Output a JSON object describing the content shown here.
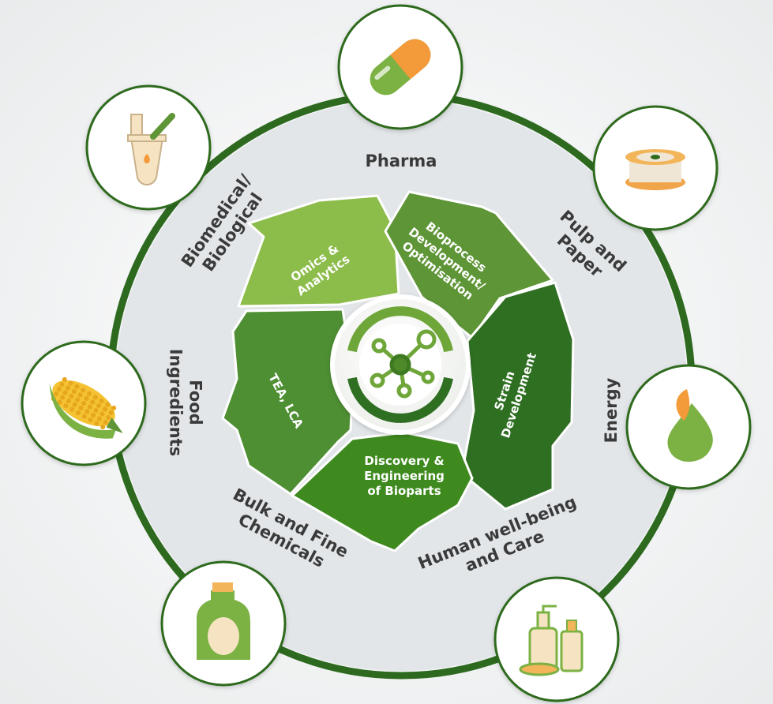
{
  "hub": {
    "icon": "molecule-network-icon"
  },
  "segments": [
    {
      "label": "Omics & Analytics",
      "lines": [
        "Omics &",
        "Analytics"
      ],
      "color": "#8cbc4a"
    },
    {
      "label": "Bioprocess Development/ Optimisation",
      "lines": [
        "Bioprocess",
        "Development/",
        "Optimisation"
      ],
      "color": "#5e9537"
    },
    {
      "label": "Strain Development",
      "lines": [
        "Strain",
        "Development"
      ],
      "color": "#2f6f22"
    },
    {
      "label": "Discovery & Engineering of Bioparts",
      "lines": [
        "Discovery &",
        "Engineering",
        "of Bioparts"
      ],
      "color": "#3f8a1f"
    },
    {
      "label": "TEA, LCA",
      "lines": [
        "TEA, LCA"
      ],
      "color": "#4e8f33"
    }
  ],
  "sectors": [
    {
      "label": "Pharma",
      "lines": [
        "Pharma"
      ],
      "icon": "capsule-icon"
    },
    {
      "label": "Pulp and Paper",
      "lines": [
        "Pulp and",
        "Paper"
      ],
      "icon": "paper-roll-icon"
    },
    {
      "label": "Energy",
      "lines": [
        "Energy"
      ],
      "icon": "oil-drop-icon"
    },
    {
      "label": "Human well-being and Care",
      "lines": [
        "Human well-being",
        "and Care"
      ],
      "icon": "cosmetics-icon"
    },
    {
      "label": "Bulk and Fine Chemicals",
      "lines": [
        "Bulk and Fine",
        "Chemicals"
      ],
      "icon": "detergent-bottle-icon"
    },
    {
      "label": "Food Ingredients",
      "lines": [
        "Food",
        "Ingredients"
      ],
      "icon": "corn-icon"
    },
    {
      "label": "Biomedical/ Biological",
      "lines": [
        "Biomedical/",
        "Biological"
      ],
      "icon": "pipette-tube-icon"
    }
  ],
  "colors": {
    "ring": "#2d6a1f",
    "disc": "#e4e8ea",
    "icon_border": "#2d6a1f",
    "label": "#3a3a3a"
  }
}
